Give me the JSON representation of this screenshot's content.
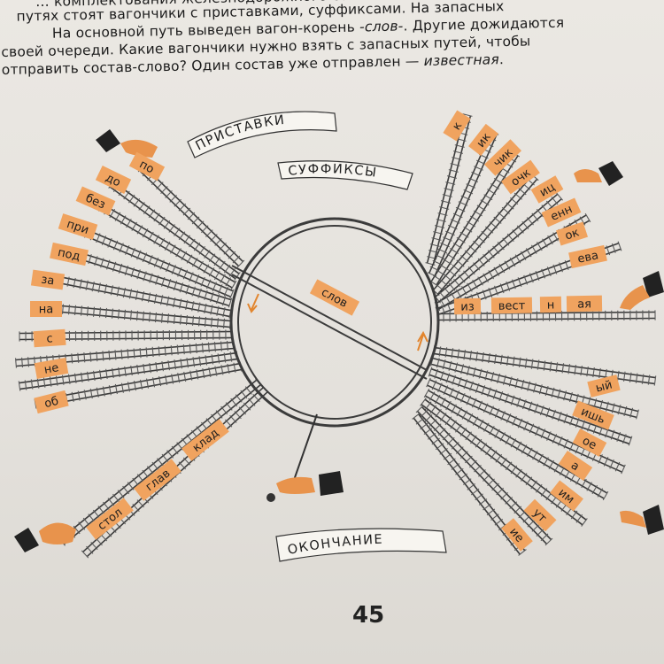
{
  "text": {
    "line1": "… комплектования железнодорожного состава. … слова …",
    "line2a": "путях стоят вагончики с приставками, суффиксами. На запасных",
    "line3": "На основной путь выведен вагон-корень ",
    "line3_root": "-слов-",
    "line3_end": ". Другие дожидаются",
    "line4": "своей очереди. Какие вагончики нужно взять с запасных путей, чтобы",
    "line5": "отправить состав-слово? Один состав уже отправлен — ",
    "line5_word": "известная",
    "line5_end": "."
  },
  "banners": {
    "prefixes": "ПРИСТАВКИ",
    "suffixes": "СУФФИКСЫ",
    "endings": "ОКОНЧАНИЕ"
  },
  "prefixes": [
    "по",
    "до",
    "без",
    "при",
    "под",
    "за",
    "на",
    "с",
    "не",
    "об"
  ],
  "suffixes": [
    "к",
    "ик",
    "чик",
    "очк",
    "иц",
    "енн",
    "ок",
    "ева"
  ],
  "endings": [
    "ый",
    "ишь",
    "ое",
    "а",
    "им",
    "ут",
    "ие"
  ],
  "roots_left": [
    "стол",
    "глав",
    "клад"
  ],
  "root_center": "слов",
  "assembled_word": [
    "из",
    "вест",
    "н",
    "ая"
  ],
  "page_number": "45",
  "colors": {
    "orange": "#f0a35f",
    "track": "#3b3b3b",
    "ink": "#1e1e1e"
  }
}
